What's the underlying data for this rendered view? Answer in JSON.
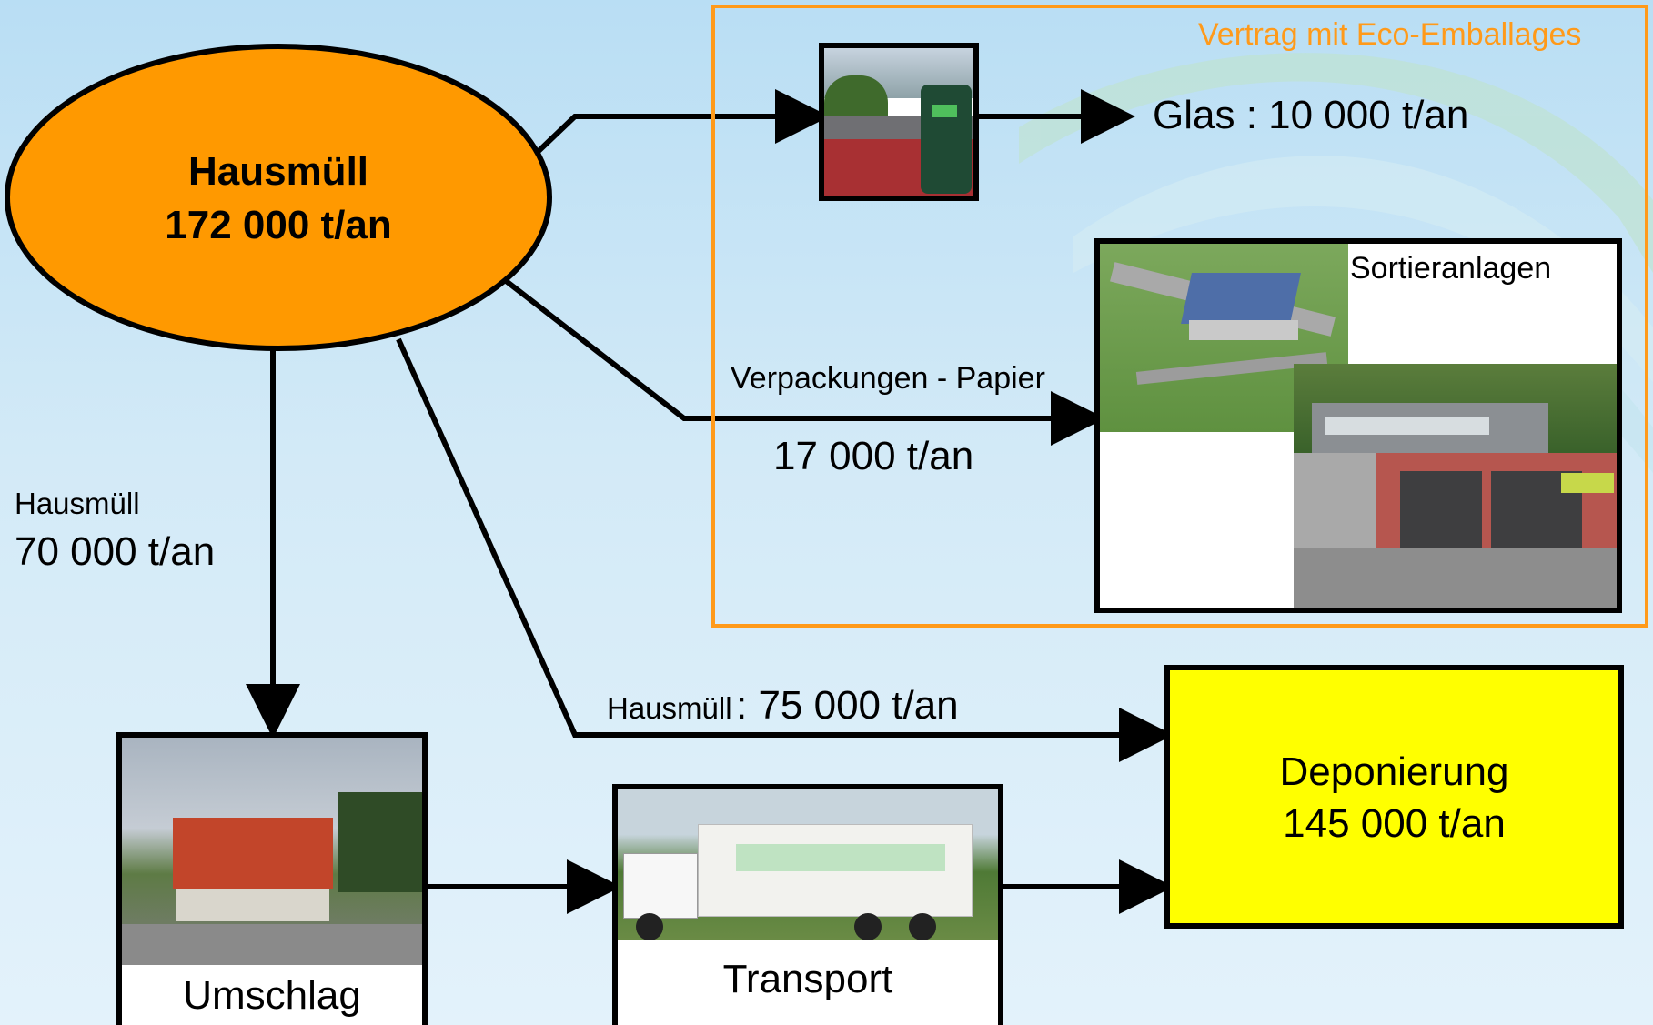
{
  "source": {
    "title": "Hausmüll",
    "amount": "172 000 t/an"
  },
  "contract": {
    "label": "Vertrag mit Eco-Emballages"
  },
  "glass": {
    "label": "Glas : 10 000 t/an"
  },
  "sorting": {
    "label": "Sortieranlagen"
  },
  "packaging": {
    "label": "Verpackungen - Papier",
    "amount": "17 000 t/an"
  },
  "transfer_flow": {
    "label": "Hausmüll",
    "amount": "70 000 t/an"
  },
  "landfill_flow": {
    "label": "Hausmüll",
    "amount": ": 75 000 t/an"
  },
  "landfill": {
    "title": "Deponierung",
    "amount": "145 000 t/an"
  },
  "transfer_station": {
    "label": "Umschlag"
  },
  "transport": {
    "label": "Transport"
  },
  "colors": {
    "source_fill": "#ff9900",
    "contract_border": "#ff9a1a",
    "landfill_fill": "#ffff00"
  }
}
